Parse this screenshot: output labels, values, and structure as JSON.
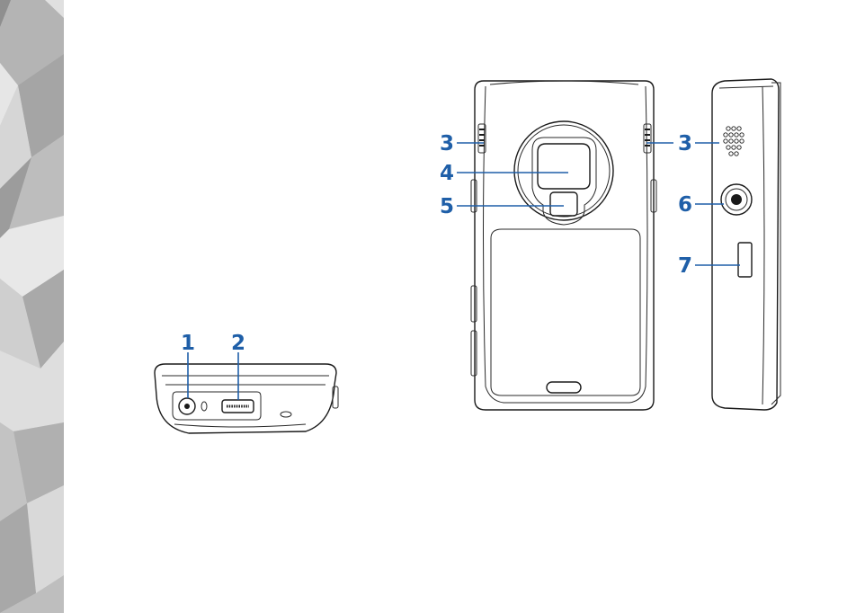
{
  "diagram": {
    "bottom_view_callouts": [
      "1",
      "2"
    ],
    "back_view_callouts": [
      "3",
      "4",
      "5"
    ],
    "side_view_callouts": [
      "3",
      "6",
      "7"
    ]
  },
  "colors": {
    "callout": "#1f5fa8",
    "sidebar_light": "#dcdcdc",
    "sidebar_dark": "#9a9a9a",
    "outline": "#1a1a1a"
  }
}
